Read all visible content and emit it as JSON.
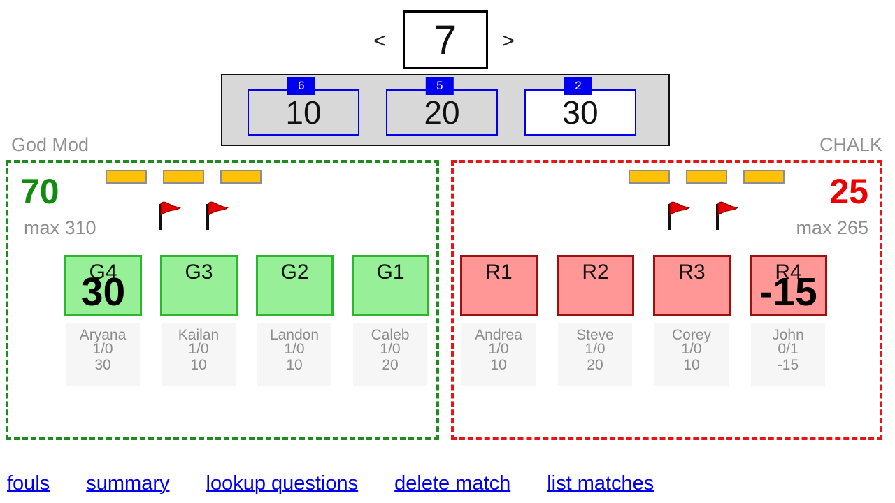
{
  "question_nav": {
    "prev": "<",
    "next": ">",
    "current": "7"
  },
  "point_values": {
    "items": [
      {
        "remaining": "6",
        "points": "10",
        "selected": false
      },
      {
        "remaining": "5",
        "points": "20",
        "selected": false
      },
      {
        "remaining": "2",
        "points": "30",
        "selected": true
      }
    ]
  },
  "left_team": {
    "name": "God Mod",
    "score": "70",
    "max": "max 310",
    "timeouts_remaining": 3,
    "fouls": 2,
    "players": [
      {
        "code": "G4",
        "last_points": "30",
        "name": "Aryana",
        "record": "1/0",
        "total": "30"
      },
      {
        "code": "G3",
        "last_points": "",
        "name": "Kailan",
        "record": "1/0",
        "total": "10"
      },
      {
        "code": "G2",
        "last_points": "",
        "name": "Landon",
        "record": "1/0",
        "total": "10"
      },
      {
        "code": "G1",
        "last_points": "",
        "name": "Caleb",
        "record": "1/0",
        "total": "20"
      }
    ]
  },
  "right_team": {
    "name": "CHALK",
    "score": "25",
    "max": "max 265",
    "timeouts_remaining": 3,
    "fouls": 2,
    "players": [
      {
        "code": "R1",
        "last_points": "",
        "name": "Andrea",
        "record": "1/0",
        "total": "10"
      },
      {
        "code": "R2",
        "last_points": "",
        "name": "Steve",
        "record": "1/0",
        "total": "20"
      },
      {
        "code": "R3",
        "last_points": "",
        "name": "Corey",
        "record": "1/0",
        "total": "10"
      },
      {
        "code": "R4",
        "last_points": "-15",
        "name": "John",
        "record": "0/1",
        "total": "-15"
      }
    ]
  },
  "footer": {
    "links": [
      {
        "label": "fouls"
      },
      {
        "label": "summary"
      },
      {
        "label": "lookup questions"
      },
      {
        "label": "delete match"
      },
      {
        "label": "list matches"
      }
    ]
  },
  "colors": {
    "left_score": "#118c11",
    "right_score": "#ee0000",
    "left_border": "#1d8c1d",
    "right_border": "#e81414",
    "badge_blue": "#0000ee",
    "link_blue": "#0000ee",
    "timeout_bar": "#ffc107",
    "green_box_fill": "#97f097",
    "red_box_fill": "#ff9797",
    "panel_gray": "#d8d8d8"
  }
}
